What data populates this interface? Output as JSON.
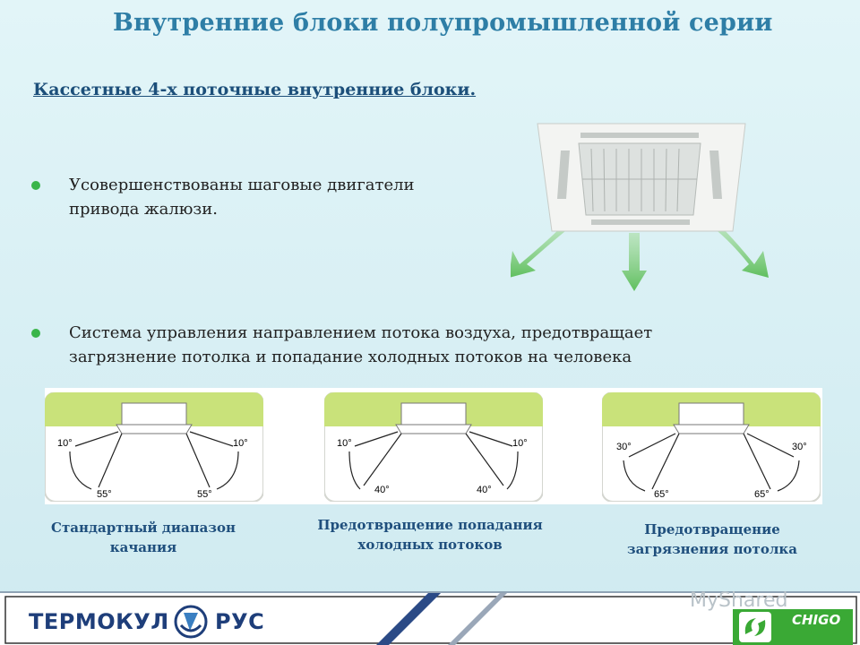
{
  "slide": {
    "title": "Внутренние блоки полупромышленной серии",
    "subtitle": "Кассетные 4-х поточные внутренние блоки.",
    "bullets": [
      "Усовершенствованы шаговые двигатели привода жалюзи.",
      "Система управления направлением потока воздуха, предотвращает загрязнение потолка и попадание холодных потоков на человека"
    ]
  },
  "diagrams": [
    {
      "top_angle": "10°",
      "bottom_angle": "55°",
      "caption": "Стандартный диапазон качания"
    },
    {
      "top_angle": "10°",
      "bottom_angle": "40°",
      "caption": "Предотвращение попадания холодных потоков"
    },
    {
      "top_angle": "30°",
      "bottom_angle": "65°",
      "caption": "Предотвращение загрязнения потолка"
    }
  ],
  "footer": {
    "logo_left": "ТЕРМОКУЛ",
    "logo_right": "РУС",
    "brand": "CHIGO",
    "watermark": "MyShared"
  },
  "colors": {
    "title": "#2e7ea6",
    "bullet": "#39b54a",
    "ceiling": "#c9e27a",
    "arrow_green": "#6cc46a",
    "chigo_green": "#3aa935",
    "logo_blue": "#1e3e7a"
  }
}
